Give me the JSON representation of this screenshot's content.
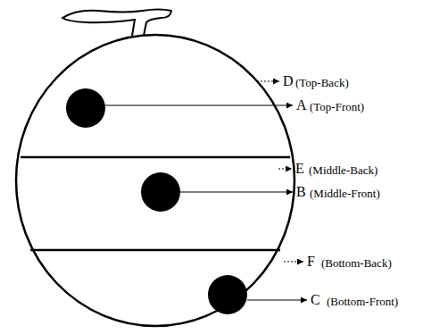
{
  "diagram": {
    "labels": [
      "D",
      "(Top-Back)",
      "A",
      "(Top-Front)",
      "E",
      "(Middle-Back)",
      "B",
      "(Middle-Front)",
      "F",
      "(Bottom-Back)",
      "C",
      "(Bottom-Front)"
    ]
  }
}
